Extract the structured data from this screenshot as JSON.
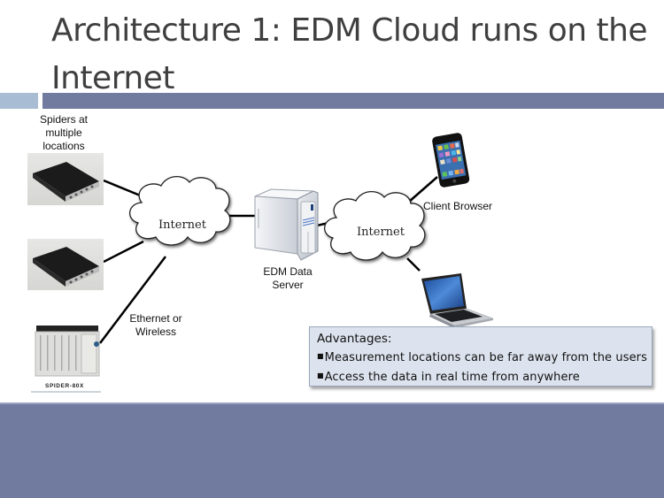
{
  "slide": {
    "title": "Architecture 1: EDM Cloud runs on the Internet",
    "colors": {
      "accent_bar": "#717a9f",
      "accent_left": "#a8bcd4",
      "box_fill": "#dde3ee",
      "title_text": "#3f3f3f"
    }
  },
  "diagram": {
    "spiders_label": "Spiders at multiple locations",
    "spiders_label_lines": [
      "Spiders at",
      "multiple",
      "locations"
    ],
    "device_rack_label": "SPIDER-80X",
    "cloud_left_label": "Internet",
    "cloud_right_label": "Internet",
    "connection_label_lines": [
      "Ethernet or",
      "Wireless"
    ],
    "server_label_lines": [
      "EDM Data",
      "Server"
    ],
    "client_label": "Client Browser"
  },
  "advantages": {
    "heading": "Advantages:",
    "bullet_glyph": "■",
    "items": [
      "Measurement locations can be far away from the users",
      "Access the data in real time from anywhere"
    ]
  }
}
